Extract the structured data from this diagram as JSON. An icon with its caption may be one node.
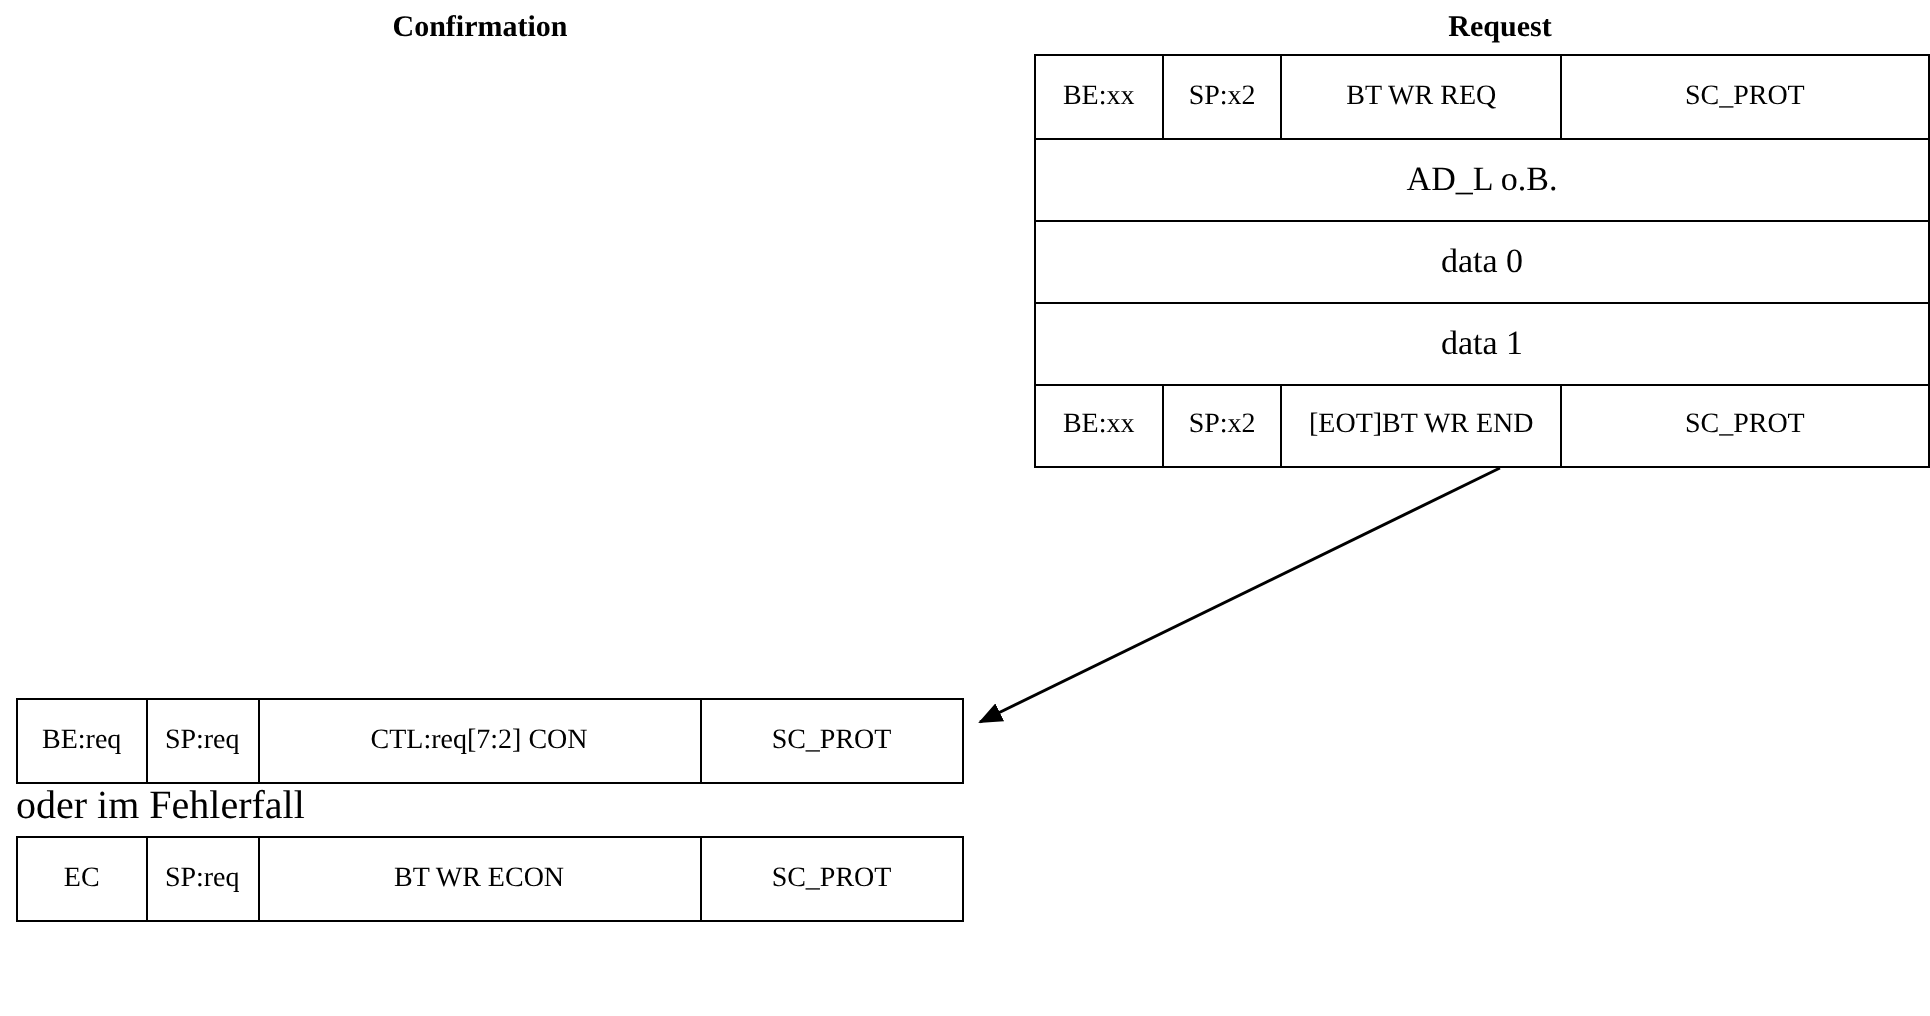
{
  "diagram": {
    "nodes": [
      {
        "text": [
          "BE:xx",
          "SP:x2",
          "BT WR REQ",
          "SC_PROT",
          "AD_L o.B.",
          "data 0",
          "data 1",
          "BE:xx",
          "SP:x2",
          "[EOT]BT WR END",
          "SC_PROT"
        ]
      },
      {
        "text": [
          "BE:req",
          "SP:req",
          "CTL:req[7:2] CON",
          "SC_PROT"
        ]
      },
      {
        "text": [
          "EC",
          "SP:req",
          "BT WR ECON",
          "SC_PROT"
        ]
      }
    ],
    "edges": [
      {
        "from": 0,
        "to": 1,
        "arrow": "to"
      }
    ],
    "labels": [
      "Confirmation",
      "Request",
      "oder im Fehlerfall"
    ]
  }
}
